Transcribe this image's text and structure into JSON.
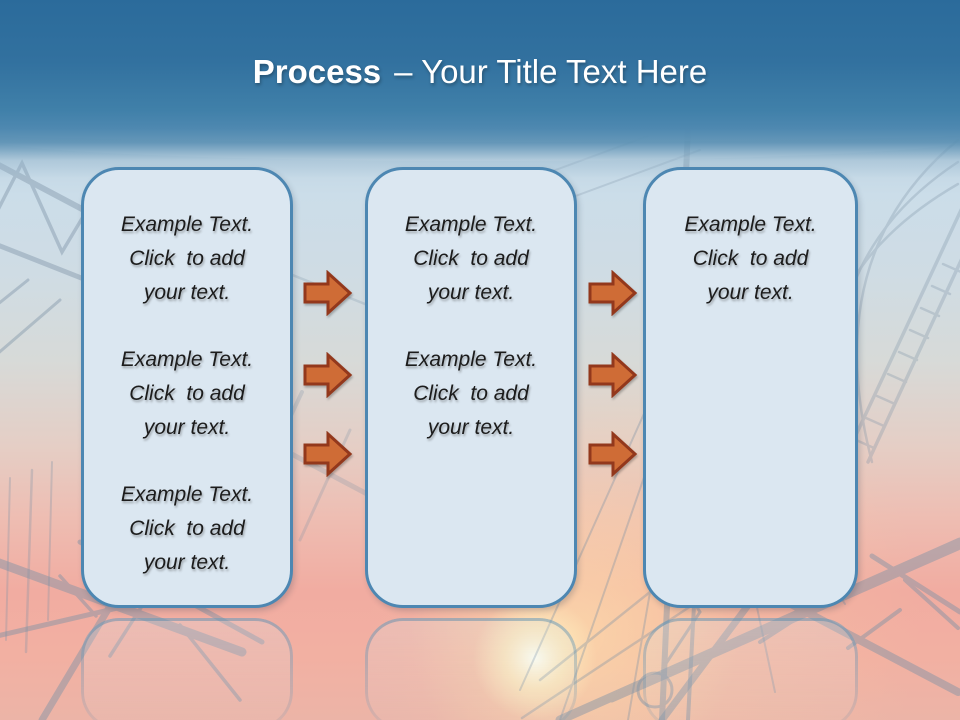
{
  "slide_title": {
    "bold": "Process",
    "rest": "– Your Title Text Here"
  },
  "process_boxes": [
    {
      "label": "step-1",
      "paragraphs": [
        "Example Text.\nClick  to add\nyour text.",
        "Example Text.\nClick  to add\nyour text.",
        "Example Text.\nClick  to add\nyour text."
      ]
    },
    {
      "label": "step-2",
      "paragraphs": [
        "Example Text.\nClick  to add\nyour text.",
        "Example Text.\nClick  to add\nyour text."
      ]
    },
    {
      "label": "step-3",
      "paragraphs": [
        "Example Text.\nClick  to add\nyour text."
      ]
    }
  ],
  "arrow_columns": [
    {
      "between": "step-1-and-step-2",
      "arrow_count": 3
    },
    {
      "between": "step-2-and-step-3",
      "arrow_count": 3
    }
  ],
  "colors": {
    "header_gradient_top": "#2b6b9b",
    "header_gradient_bottom": "#4e88b0",
    "box_fill": "#dbe7f1",
    "box_border": "#4d87b2",
    "arrow_fill": "#cf6c36",
    "arrow_stroke": "#93381c",
    "title_text": "#ffffff",
    "body_text": "#1c1c1c"
  }
}
